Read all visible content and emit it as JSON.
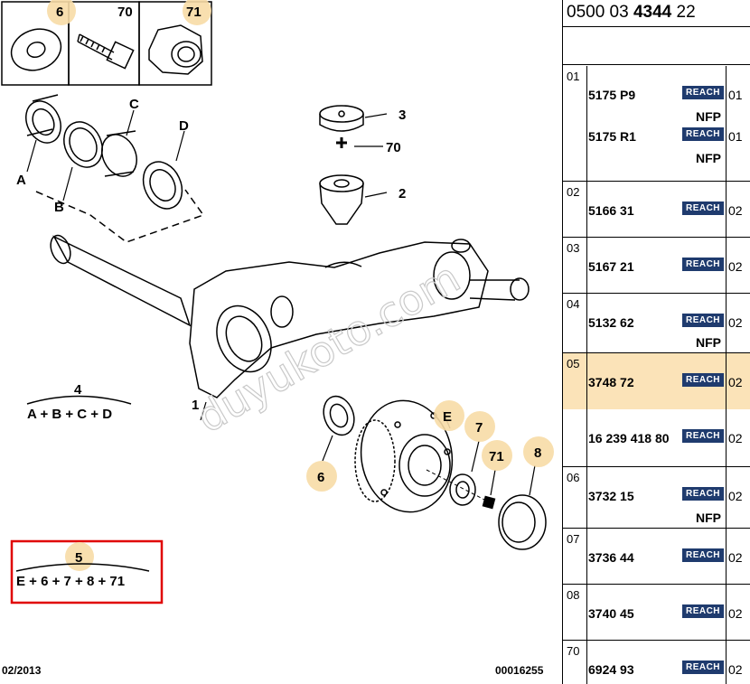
{
  "diagram": {
    "callouts": {
      "c6": "6",
      "c70": "70",
      "c71": "71",
      "A": "A",
      "B": "B",
      "C": "C",
      "D": "D",
      "c3": "3",
      "c70b": "70",
      "c2": "2",
      "c4": "4",
      "formula4": "A + B + C + D",
      "c1": "1",
      "E": "E",
      "c7": "7",
      "c71b": "71",
      "c8": "8",
      "c6b": "6",
      "c5": "5",
      "formula5": "E + 6 + 7 + 8 + 71"
    },
    "watermark": "duyukoto.com",
    "footer_left": "02/2013",
    "footer_right": "00016255"
  },
  "reference": {
    "prefix": "0500 03 ",
    "bold": "4344",
    "suffix": " 22"
  },
  "parts_rows": [
    {
      "num": "01",
      "items": [
        {
          "part": "5175 P9",
          "badge": "REACH",
          "qty": "01",
          "note": "NFP"
        },
        {
          "part": "5175 R1",
          "badge": "REACH",
          "qty": "01",
          "note": "NFP"
        }
      ]
    },
    {
      "num": "02",
      "items": [
        {
          "part": "5166 31",
          "badge": "REACH",
          "qty": "02"
        }
      ]
    },
    {
      "num": "03",
      "items": [
        {
          "part": "5167 21",
          "badge": "REACH",
          "qty": "02"
        }
      ]
    },
    {
      "num": "04",
      "items": [
        {
          "part": "5132 62",
          "badge": "REACH",
          "qty": "02",
          "note": "NFP"
        }
      ]
    },
    {
      "num": "05",
      "items": [
        {
          "part": "3748 72",
          "badge": "REACH",
          "qty": "02"
        },
        {
          "part": "16 239 418 80",
          "badge": "REACH",
          "qty": "02"
        }
      ]
    },
    {
      "num": "06",
      "items": [
        {
          "part": "3732 15",
          "badge": "REACH",
          "qty": "02",
          "note": "NFP"
        }
      ]
    },
    {
      "num": "07",
      "items": [
        {
          "part": "3736 44",
          "badge": "REACH",
          "qty": "02"
        }
      ]
    },
    {
      "num": "08",
      "items": [
        {
          "part": "3740 45",
          "badge": "REACH",
          "qty": "02"
        }
      ]
    },
    {
      "num": "70",
      "items": [
        {
          "part": "6924 93",
          "badge": "REACH",
          "qty": "02"
        }
      ]
    }
  ],
  "colors": {
    "highlight": "#f7dca6",
    "selected_row": "#fbe3b8",
    "reach_badge": "#1f3b6e",
    "red_box": "#e00000"
  }
}
